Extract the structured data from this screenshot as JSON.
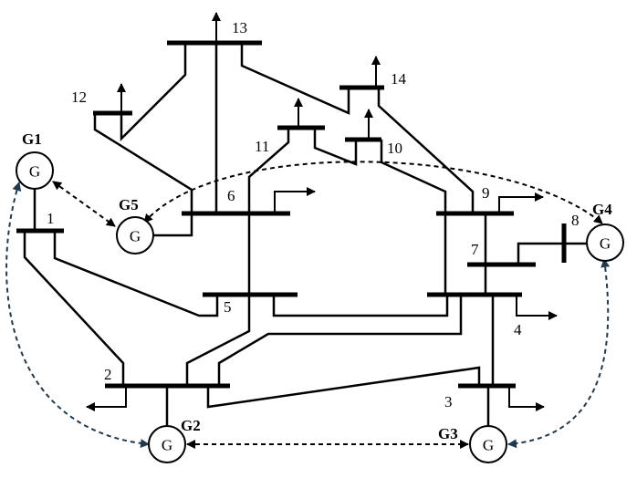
{
  "buses": {
    "b1": "1",
    "b2": "2",
    "b3": "3",
    "b4": "4",
    "b5": "5",
    "b6": "6",
    "b7": "7",
    "b8": "8",
    "b9": "9",
    "b10": "10",
    "b11": "11",
    "b12": "12",
    "b13": "13",
    "b14": "14"
  },
  "generators": {
    "g1": {
      "label": "G1",
      "symbol": "G"
    },
    "g2": {
      "label": "G2",
      "symbol": "G"
    },
    "g3": {
      "label": "G3",
      "symbol": "G"
    },
    "g4": {
      "label": "G4",
      "symbol": "G"
    },
    "g5": {
      "label": "G5",
      "symbol": "G"
    }
  },
  "colors": {
    "line": "#000000",
    "comm_link": "#1f3a4d"
  }
}
